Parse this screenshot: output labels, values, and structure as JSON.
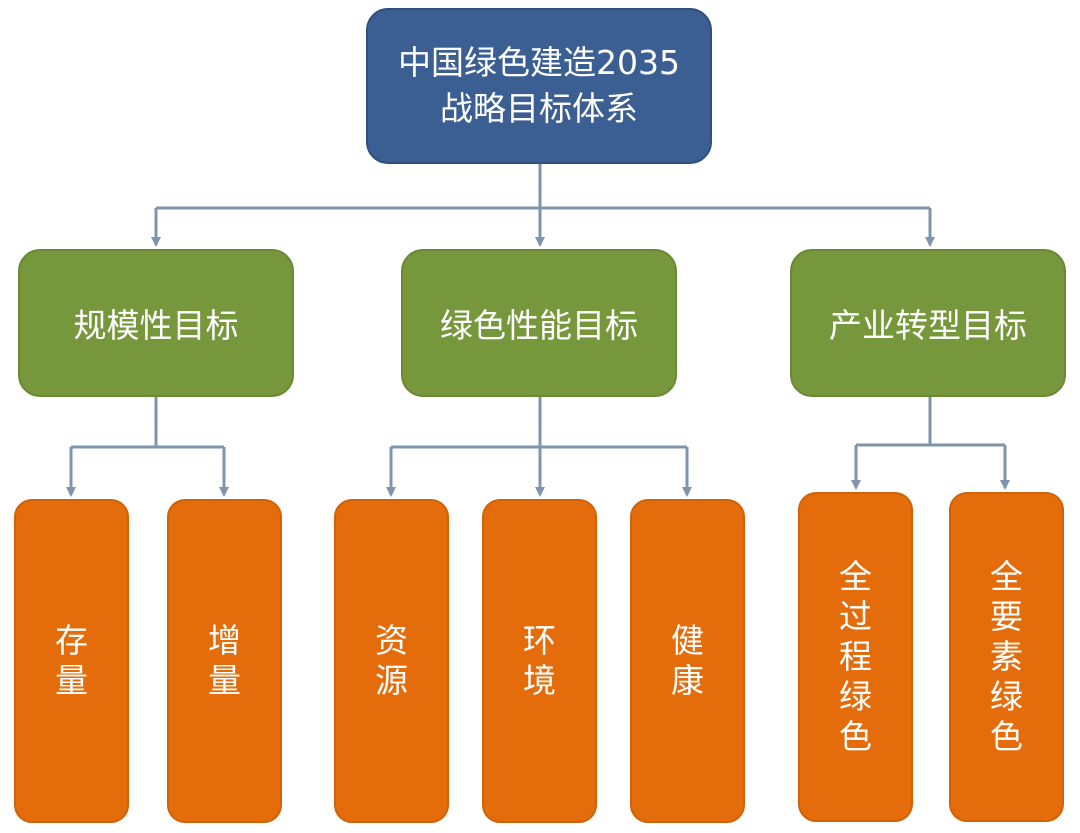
{
  "root": {
    "label": "中国绿色建造2035战略目标体系"
  },
  "goals": [
    {
      "label": "规模性目标"
    },
    {
      "label": "绿色性能目标"
    },
    {
      "label": "产业转型目标"
    }
  ],
  "leaves": [
    {
      "label": "存量"
    },
    {
      "label": "增量"
    },
    {
      "label": "资源"
    },
    {
      "label": "环境"
    },
    {
      "label": "健康"
    },
    {
      "label": "全过程绿色"
    },
    {
      "label": "全要素绿色"
    }
  ],
  "colors": {
    "root": "#3b5f92",
    "goal": "#77973d",
    "leaf": "#e46c0a",
    "connector": "#7f95ad"
  }
}
